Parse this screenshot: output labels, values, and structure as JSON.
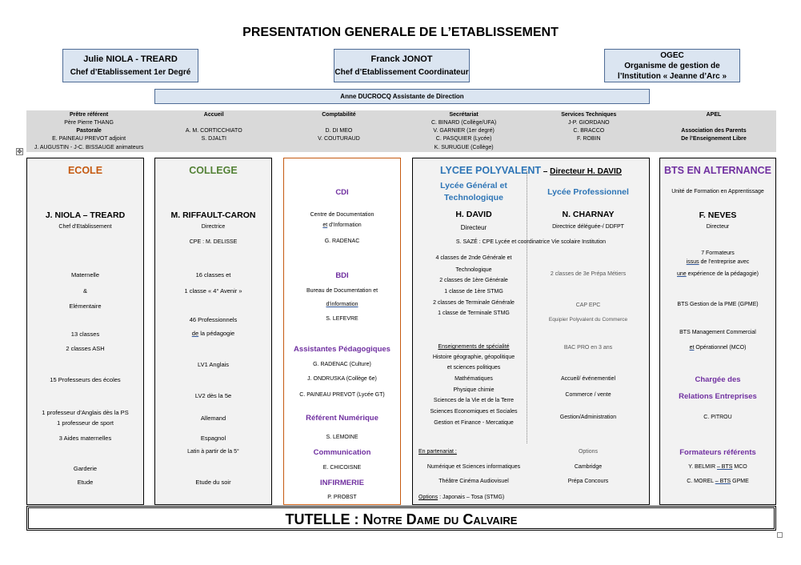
{
  "title": "PRESENTATION GENERALE DE L’ETABLISSEMENT",
  "header": {
    "left": {
      "name": "Julie NIOLA - TREARD",
      "role": "Chef d’Etablissement 1er Degré"
    },
    "center": {
      "name": "Franck JONOT",
      "role": "Chef d’Etablissement Coordinateur"
    },
    "right": {
      "line1": "OGEC",
      "line2": "Organisme de gestion de",
      "line3": "l’Institution « Jeanne d’Arc »"
    },
    "assistant": "Anne DUCROCQ Assistante de Direction"
  },
  "staff": [
    {
      "title": "Prêtre référent",
      "lines": [
        "Père Pierre THANG",
        "Pastorale",
        "E. PAINEAU PREVOT adjoint",
        "J. AUGUSTIN - J-C. BISSAUGE animateurs"
      ]
    },
    {
      "title": "Accueil",
      "lines": [
        "",
        "A. M. CORTICCHIATO",
        "S. DJALTI"
      ]
    },
    {
      "title": "Comptabilité",
      "lines": [
        "",
        "D. DI MEO",
        "V. COUTURAUD"
      ]
    },
    {
      "title": "Secrétariat",
      "lines": [
        "C. BINARD (Collège/UFA)",
        "V. GARNIER (1er degré)",
        "C. PASQUIER (Lycée)",
        "K. SURUGUE (Collège)"
      ]
    },
    {
      "title": "Services Techniques",
      "lines": [
        "J-P. GIORDANO",
        "C. BRACCO",
        "F. ROBIN"
      ]
    },
    {
      "title": "APEL",
      "lines": [
        "",
        "Association des Parents",
        "De l’Enseignement Libre"
      ]
    }
  ],
  "ecole": {
    "title": "ECOLE",
    "name": "J. NIOLA – TREARD",
    "role": "Chef d’Etablissement",
    "l1": "Maternelle",
    "l2": "&",
    "l3": "Elémentaire",
    "l4": "13 classes",
    "l5": "2 classes ASH",
    "l6": "15 Professeurs des écoles",
    "l7": "1 professeur d’Anglais dès la PS",
    "l8": "1 professeur de sport",
    "l9": "3 Aides maternelles",
    "l10": "Garderie",
    "l11": "Etude"
  },
  "college": {
    "title": "COLLEGE",
    "name": "M. RIFFAULT-CARON",
    "role": "Directrice",
    "cpe": "CPE : M. DELISSE",
    "l1": "16 classes et",
    "l2": "1 classe « 4° Avenir »",
    "l3": "46 Professionnels",
    "l4a": "de",
    "l4b": " la pédagogie",
    "l5": "LV1 Anglais",
    "l6": "LV2 dès la 5e",
    "l7": "Allemand",
    "l8": "Espagnol",
    "l9": "Latin à partir de la 5°",
    "l10": "Etude du soir"
  },
  "cdi": {
    "t1": "CDI",
    "d1": "Centre de Documentation",
    "d2a": "et",
    "d2b": " d’Information",
    "p1": "G. RADENAC",
    "t2": "BDI",
    "d3": "Bureau de Documentation et",
    "d4": "d’information",
    "p2": "S. LEFEVRE",
    "t3": "Assistantes Pédagogiques",
    "p3": "G. RADENAC (Culture)",
    "p4": "J. ONDRUSKA (Collège 6e)",
    "p5": "C. PAINEAU PREVOT (Lycée GT)",
    "t4": "Référent Numérique",
    "p6": "S. LEMOINE",
    "t5": "Communication",
    "p7": "E. CHICOISNE",
    "t6": "INFIRMERIE",
    "p8": "P. PROBST"
  },
  "lycee": {
    "title": "LYCEE POLYVALENT",
    "dash": " – ",
    "director": "Directeur  H. DAVID",
    "gt_title1": "Lycée Général et",
    "gt_title2": "Technologique",
    "gt_name": "H. DAVID",
    "gt_role": "Directeur",
    "pro_title": "Lycée Professionnel",
    "pro_name": "N. CHARNAY",
    "pro_role": "Directrice déléguée-/ DDFPT",
    "cpe": "S. SAZÉ : CPE Lycée et coordinatrice Vie scolaire Institution",
    "gt_lines": [
      "4 classes de 2nde Générale et",
      "Technologique",
      "2 classes de 1ère Générale",
      "1 classe de 1ère STMG",
      "2 classes de Terminale Générale",
      "1 classe de Terminale STMG"
    ],
    "spec_title": "Enseignements de spécialité",
    "spec_lines": [
      "Histoire géographie, géopolitique",
      "et sciences politiques",
      "Mathématiques",
      "Physique chimie",
      "Sciences de la Vie et de la Terre",
      "Sciences Economiques et Sociales",
      "Gestion et Finance - Mercatique"
    ],
    "partner_label": "En partenariat :",
    "partner1": "Numérique et Sciences informatiques",
    "partner2": "Théâtre Cinéma Audiovisuel",
    "options_label": "Options",
    "options_text": " : Japonais – Tosa (STMG)",
    "pro_lines": {
      "prepa": "2 classes de 3e Prépa Métiers",
      "cap": "CAP EPC",
      "cap_sub": "Equipier Polyvalent du Commerce",
      "bac": "BAC PRO en 3 ans",
      "m1": "Accueil/ événementiel",
      "m2": "Commerce / vente",
      "m3": "Gestion/Administration",
      "opt": "Options",
      "o1": "Cambridge",
      "o2": "Prépa Concours"
    }
  },
  "bts": {
    "title": "BTS EN ALTERNANCE",
    "ufa": "Unité de Formation en Apprentissage",
    "name": "F. NEVES",
    "role": "Directeur",
    "f1": "7 Formateurs",
    "f2a": "issus",
    "f2b": " de l’entreprise avec",
    "f3a": "une",
    "f3b": " expérience de la pédagogie)",
    "b1": "BTS Gestion de la PME (GPME)",
    "b2": "BTS Management Commercial",
    "b3a": "et",
    "b3b": " Opérationnel (MCO)",
    "c1": "Chargée des",
    "c2": "Relations Entreprises",
    "c3": "C. PITROU",
    "r": "Formateurs référents",
    "r1a": "Y. BELMIR ",
    "r1b": "– BTS",
    "r1c": " MCO",
    "r2a": "C. MOREL ",
    "r2b": "– BTS",
    "r2c": " GPME"
  },
  "tutelle": {
    "a": "TUTELLE : ",
    "b": "Notre Dame du Calvaire"
  }
}
